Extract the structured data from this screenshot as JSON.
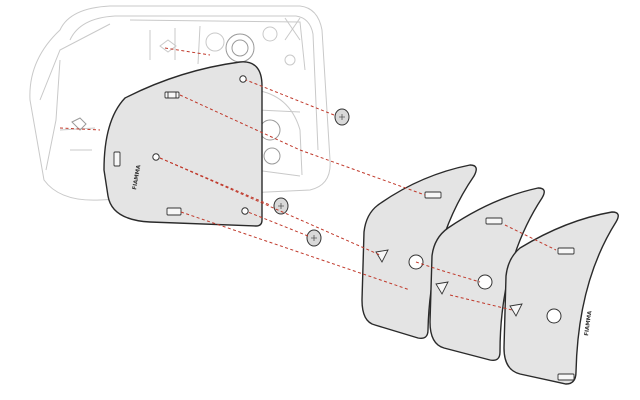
{
  "diagram": {
    "colors": {
      "guide_lines": "#c0392b",
      "plate_fill": "#e4e4e4",
      "outline": "#2a2a2a",
      "housing_lines": "#c9c9c9"
    },
    "brand_mark": "FIAMMA",
    "parts": [
      {
        "name": "housing",
        "icon": "housing-outline"
      },
      {
        "name": "mounting-plate",
        "icon": "plate-shape"
      },
      {
        "name": "screw",
        "count": 3,
        "icon": "phillips-screw"
      },
      {
        "name": "cover-plate",
        "count": 3,
        "icon": "curved-cover"
      }
    ]
  }
}
